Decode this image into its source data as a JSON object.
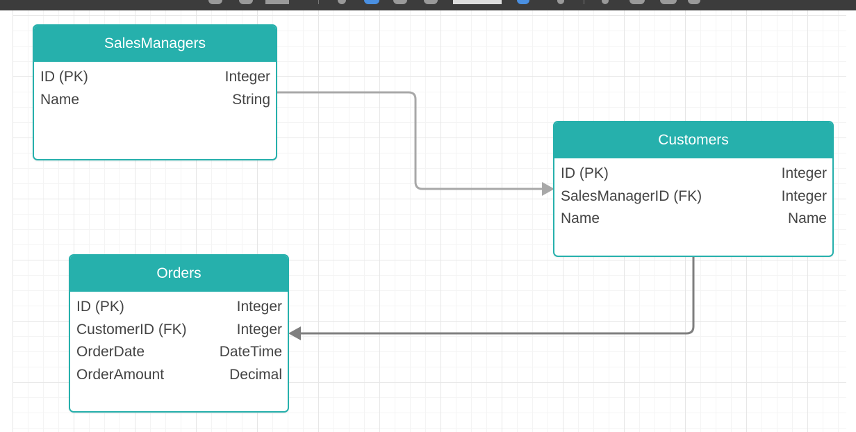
{
  "colors": {
    "entity_accent": "#26b0ac",
    "connector_light": "#a8a8a8",
    "connector_dark": "#7f7f7f",
    "toolbar_bg": "#3c3c3c"
  },
  "entities": {
    "sales_managers": {
      "title": "SalesManagers",
      "fields": [
        {
          "name": "ID (PK)",
          "type": "Integer"
        },
        {
          "name": "Name",
          "type": "String"
        }
      ]
    },
    "customers": {
      "title": "Customers",
      "fields": [
        {
          "name": "ID (PK)",
          "type": "Integer"
        },
        {
          "name": "SalesManagerID (FK)",
          "type": "Integer"
        },
        {
          "name": "Name",
          "type": "Name"
        }
      ]
    },
    "orders": {
      "title": "Orders",
      "fields": [
        {
          "name": "ID (PK)",
          "type": "Integer"
        },
        {
          "name": "CustomerID (FK)",
          "type": "Integer"
        },
        {
          "name": "OrderDate",
          "type": "DateTime"
        },
        {
          "name": "OrderAmount",
          "type": "Decimal"
        }
      ]
    }
  },
  "relations": [
    {
      "from": "SalesManagers",
      "to": "Customers"
    },
    {
      "from": "Customers",
      "to": "Orders"
    }
  ]
}
